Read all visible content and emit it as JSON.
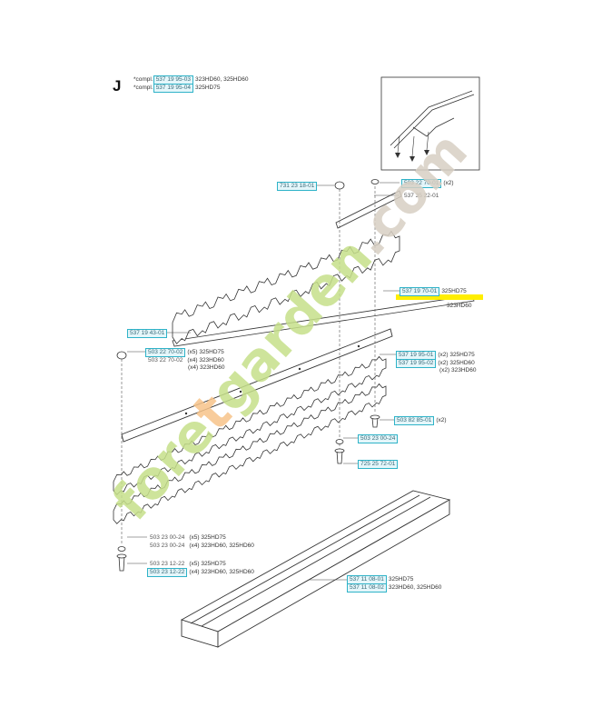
{
  "section_letter": "J",
  "header": [
    {
      "prefix": "*compl.",
      "part": "537 19 95-03",
      "models": "323HD60, 325HD60"
    },
    {
      "prefix": "*compl.",
      "part": "537 19 95-04",
      "models": "325HD75"
    }
  ],
  "callouts": {
    "c1": {
      "parts": [
        {
          "no": "731 23 18-01",
          "boxed": true
        }
      ],
      "qty": "",
      "models": ""
    },
    "c2": {
      "parts": [
        {
          "no": "503 22 70-01",
          "boxed": true
        }
      ],
      "qty": "(x2)",
      "models": ""
    },
    "c3": {
      "parts": [
        {
          "no": "537 35 22-01",
          "boxed": false
        }
      ],
      "qty": "",
      "models": ""
    },
    "c4": {
      "parts": [
        {
          "no": "537 19 70-01",
          "boxed": true
        }
      ],
      "qty": "",
      "models": "325HD75"
    },
    "c4b": {
      "text": "323HD60"
    },
    "c5": {
      "parts": [
        {
          "no": "537 19 43-01",
          "boxed": true
        }
      ],
      "qty": "",
      "models": ""
    },
    "c6a": {
      "parts": [
        {
          "no": "503 22 70-02",
          "boxed": true
        }
      ],
      "qty": "(x5)",
      "models": "325HD75"
    },
    "c6b": {
      "parts": [
        {
          "no": "503 22 70-02",
          "boxed": false
        }
      ],
      "qty": "(x4)",
      "models": "323HD60"
    },
    "c6c": {
      "text": "(x4) 323HD60"
    },
    "c7a": {
      "parts": [
        {
          "no": "537 19 95-01",
          "boxed": true
        }
      ],
      "qty": "(x2)",
      "models": "325HD75"
    },
    "c7b": {
      "parts": [
        {
          "no": "537 19 95-02",
          "boxed": true
        }
      ],
      "qty": "(x2)",
      "models": "325HD60"
    },
    "c7c": {
      "text": "(x2) 323HD60"
    },
    "c8": {
      "parts": [
        {
          "no": "503 82 85-01",
          "boxed": true
        }
      ],
      "qty": "(x2)",
      "models": ""
    },
    "c9": {
      "parts": [
        {
          "no": "503 23 00-24",
          "boxed": true
        }
      ],
      "qty": "",
      "models": ""
    },
    "c10": {
      "parts": [
        {
          "no": "725 25 72-01",
          "boxed": true
        }
      ],
      "qty": "",
      "models": ""
    },
    "c11a": {
      "parts": [
        {
          "no": "503 23 00-24",
          "boxed": false
        }
      ],
      "qty": "(x5)",
      "models": "325HD75"
    },
    "c11b": {
      "parts": [
        {
          "no": "503 23 00-24",
          "boxed": false
        }
      ],
      "qty": "(x4)",
      "models": "323HD60, 325HD60"
    },
    "c12a": {
      "parts": [
        {
          "no": "503 23 12-22",
          "boxed": false
        }
      ],
      "qty": "(x5)",
      "models": "325HD75"
    },
    "c12b": {
      "parts": [
        {
          "no": "503 23 12-22",
          "boxed": true
        }
      ],
      "qty": "(x4)",
      "models": "323HD60, 325HD60"
    },
    "c13a": {
      "parts": [
        {
          "no": "537 11 08-01",
          "boxed": true
        }
      ],
      "qty": "",
      "models": "325HD75"
    },
    "c13b": {
      "parts": [
        {
          "no": "537 11 08-02",
          "boxed": true
        }
      ],
      "qty": "",
      "models": "323HD60, 325HD60"
    }
  },
  "watermark": {
    "green_text": "fore",
    "orange_text": "t",
    "green_text2": "garden",
    "gray_text": ".com",
    "colors": {
      "green": "#c6e08a",
      "orange": "#f7c48a",
      "gray": "#d8d0c4"
    }
  },
  "colors": {
    "highlight": "#ffee00",
    "callout_border": "#2fb3c8",
    "line": "#333333"
  }
}
